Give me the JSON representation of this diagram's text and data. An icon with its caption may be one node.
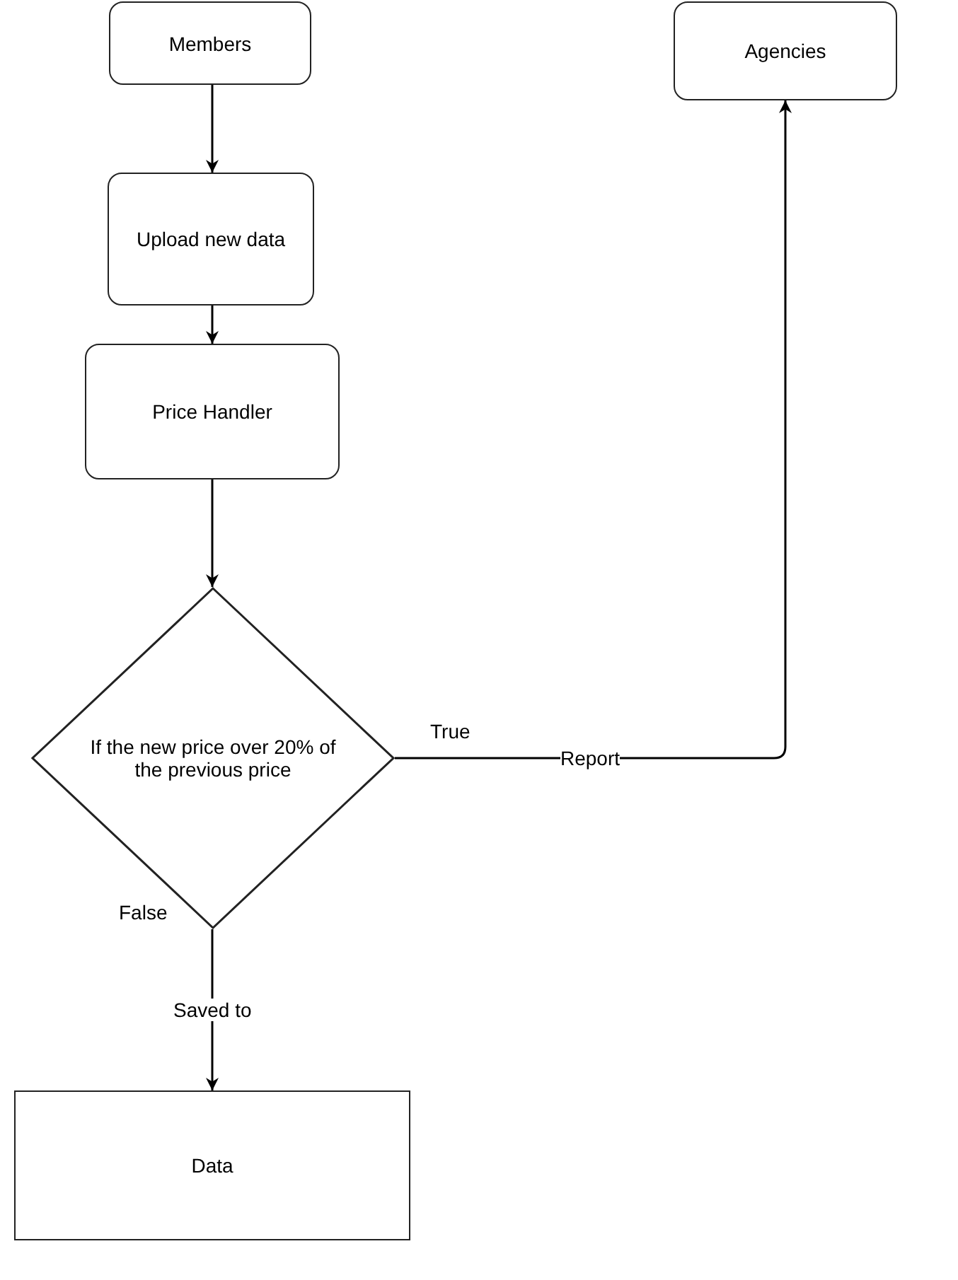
{
  "diagram": {
    "nodes": [
      {
        "text": [
          "Members"
        ]
      },
      {
        "text": [
          "Agencies"
        ]
      },
      {
        "text": [
          "Upload new data"
        ]
      },
      {
        "text": [
          "Price Handler"
        ]
      },
      {
        "text": [
          "If the new price over 20% of the previous price"
        ]
      },
      {
        "text": [
          "Data"
        ]
      }
    ],
    "edges": [
      {
        "from": 0,
        "to": 2,
        "arrow": "to"
      },
      {
        "from": 2,
        "to": 3,
        "arrow": "to"
      },
      {
        "from": 3,
        "to": 4,
        "arrow": "to"
      },
      {
        "from": 4,
        "to": 1,
        "arrow": "to",
        "label": "Report"
      },
      {
        "from": 4,
        "to": 5,
        "arrow": "to",
        "label": "Saved to"
      }
    ],
    "labels": [
      "True",
      "False"
    ]
  }
}
